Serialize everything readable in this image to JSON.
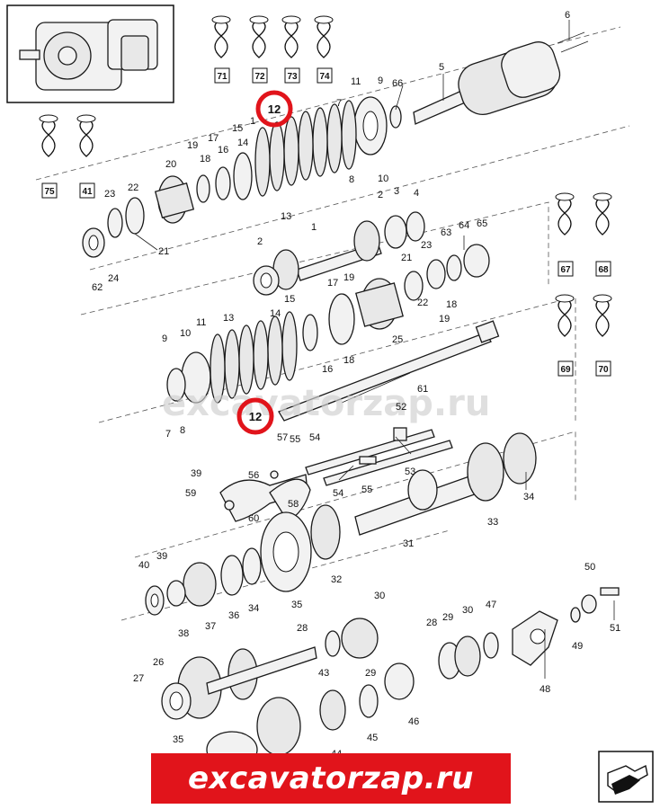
{
  "watermark_text": "excavatorzap.ru",
  "brand_banner": "excavatorzap.ru",
  "highlight_numbers": [
    "12",
    "12"
  ],
  "box_labels": [
    "71",
    "72",
    "73",
    "74",
    "75",
    "41",
    "67",
    "68",
    "69",
    "70"
  ],
  "labels": {
    "l6": "6",
    "l5": "5",
    "l66": "66",
    "l11a": "11",
    "l9a": "9",
    "l7a": "7",
    "l1a": "1",
    "l15a": "15",
    "l14a": "14",
    "l16a": "16",
    "l17a": "17",
    "l19a": "19",
    "l20": "20",
    "l18a": "18",
    "l10a": "10",
    "l8a": "8",
    "l13a": "13",
    "l23a": "23",
    "l22a": "22",
    "l21a": "21",
    "l24": "24",
    "l62": "62",
    "l2a": "2",
    "l3": "3",
    "l4": "4",
    "l2b": "2",
    "l1b": "1",
    "l63": "63",
    "l64": "64",
    "l65": "65",
    "l21b": "21",
    "l23b": "23",
    "l22b": "22",
    "l19b": "19",
    "l18b": "18",
    "l25": "25",
    "l17b": "17",
    "l19c": "19",
    "l15b": "15",
    "l14b": "14",
    "l13b": "13",
    "l11b": "11",
    "l10b": "10",
    "l9b": "9",
    "l16b": "16",
    "l18c": "18",
    "l7b": "7",
    "l8b": "8",
    "l61": "61",
    "l52": "52",
    "l57": "57",
    "l55a": "55",
    "l54a": "54",
    "l53": "53",
    "l54b": "54",
    "l55b": "55",
    "l56": "56",
    "l58": "58",
    "l39a": "39",
    "l59": "59",
    "l60": "60",
    "l31": "31",
    "l33": "33",
    "l34a": "34",
    "l32": "32",
    "l35a": "35",
    "l40": "40",
    "l39b": "39",
    "l37": "37",
    "l36": "36",
    "l34b": "34",
    "l38": "38",
    "l50": "50",
    "l47": "47",
    "l30a": "30",
    "l28a": "28",
    "l29a": "29",
    "l49": "49",
    "l51": "51",
    "l48": "48",
    "l28b": "28",
    "l29b": "29",
    "l30b": "30",
    "l26": "26",
    "l27": "27",
    "l43": "43",
    "l46": "46",
    "l45": "45",
    "l44": "44",
    "l35b": "35"
  }
}
